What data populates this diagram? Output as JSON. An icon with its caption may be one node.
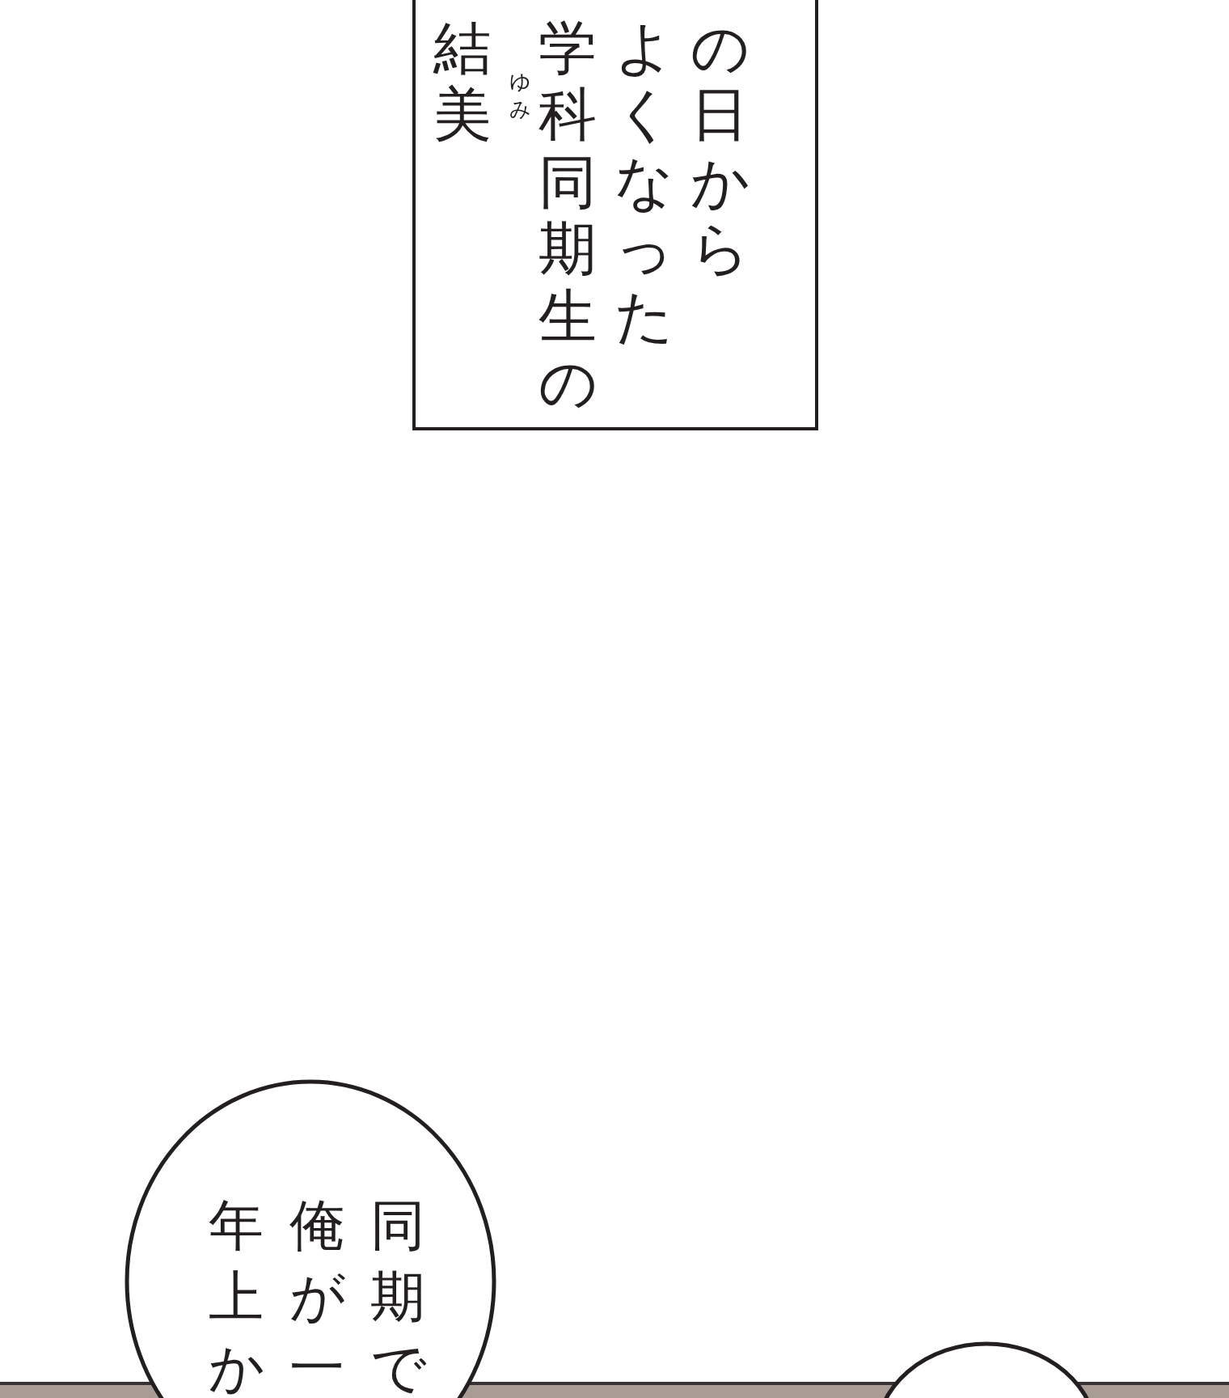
{
  "diagram": {
    "nodes": [
      {
        "text": [
          "の日からよくなった学科同期生の結美",
          "ゆみ"
        ]
      },
      {
        "text": [
          "同期では俺が一番年上か"
        ]
      },
      {
        "text": [],
        "shape": "circle"
      }
    ]
  }
}
